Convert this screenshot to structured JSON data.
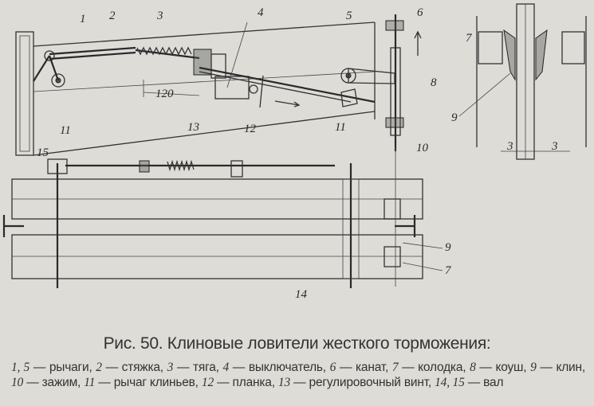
{
  "figure": {
    "labels": {
      "l1": "1",
      "l2": "2",
      "l3": "3",
      "l4": "4",
      "l5": "5",
      "l6": "6",
      "l7": "7",
      "l8": "8",
      "l9": "9",
      "l10": "10",
      "l11a": "11",
      "l11b": "11",
      "l12": "12",
      "l13": "13",
      "dim120": "120",
      "l15": "15",
      "l14": "14",
      "l9b": "9",
      "l7b": "7",
      "sec3a": "3",
      "sec3b": "3"
    }
  },
  "caption": {
    "title": "Рис. 50. Клиновые ловители жесткого торможения:",
    "legend": [
      {
        "n": "1, 5",
        "t": " — рычаги, "
      },
      {
        "n": "2",
        "t": " — стяжка, "
      },
      {
        "n": "3",
        "t": " — тяга, "
      },
      {
        "n": "4",
        "t": " — выключатель, "
      },
      {
        "n": "6",
        "t": " — канат, "
      },
      {
        "n": "7",
        "t": " — колодка, "
      },
      {
        "n": "8",
        "t": " — коуш, "
      },
      {
        "n": "9",
        "t": " — клин, "
      },
      {
        "n": "10",
        "t": " — зажим, "
      },
      {
        "n": "11",
        "t": " — рычаг клиньев, "
      },
      {
        "n": "12",
        "t": " — планка, "
      },
      {
        "n": "13",
        "t": " — регулировочный винт, "
      },
      {
        "n": "14, 15",
        "t": " — вал"
      }
    ]
  }
}
